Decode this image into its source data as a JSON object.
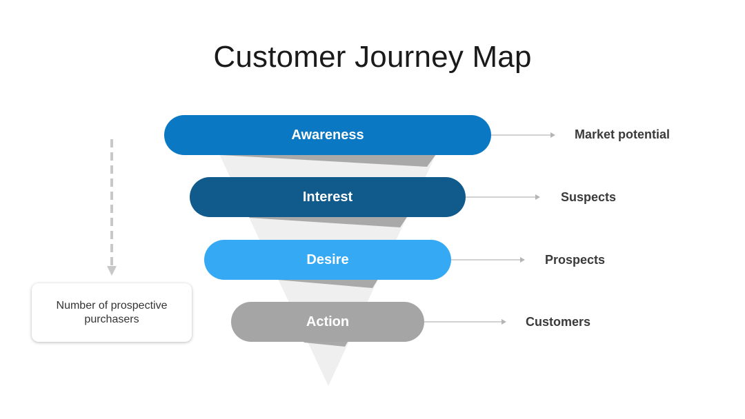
{
  "title": "Customer Journey Map",
  "stages": [
    {
      "label": "Awareness",
      "outcome": "Market potential",
      "color": "#0a78c2"
    },
    {
      "label": "Interest",
      "outcome": "Suspects",
      "color": "#105a8c"
    },
    {
      "label": "Desire",
      "outcome": "Prospects",
      "color": "#35a9f4"
    },
    {
      "label": "Action",
      "outcome": "Customers",
      "color": "#a5a5a5"
    }
  ],
  "note": "Number of prospective purchasers",
  "colors": {
    "funnel_light": "#efefef",
    "funnel_shadow": "#a9a9a9",
    "arrow": "#c4c4c4",
    "down_arrow": "#c8c8c8"
  }
}
